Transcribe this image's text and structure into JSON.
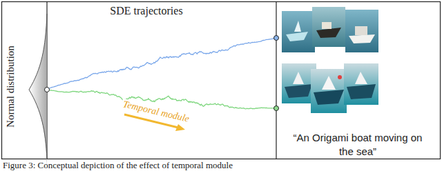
{
  "diagram": {
    "caption": "Figure 3: Conceptual depiction of the effect of temporal module",
    "labels": [
      "SDE trajectories",
      "Normal distribution",
      "Temporal module",
      "“An Origami boat moving on the sea”"
    ]
  }
}
